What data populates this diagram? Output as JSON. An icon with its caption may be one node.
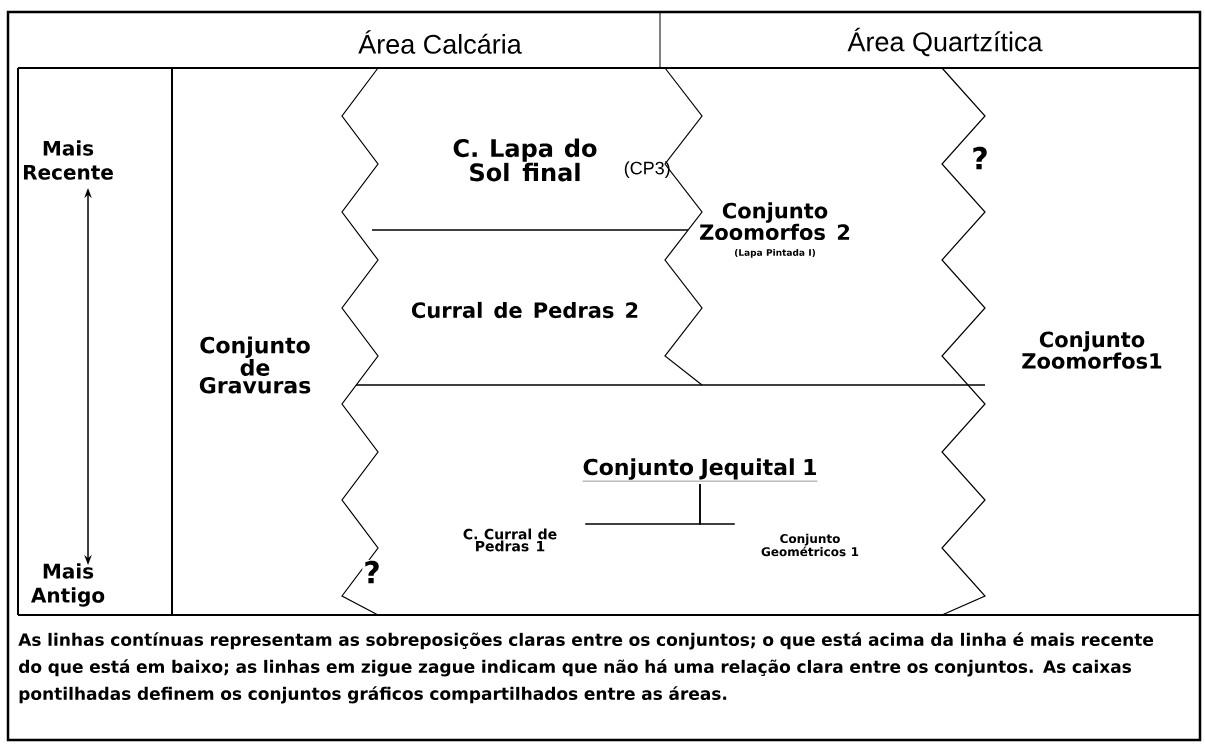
{
  "diagram": {
    "caption": "As linhas contínuas representam as sobreposições claras entre os conjuntos; o que está acima da linha é mais recente do que está em baixo; as linhas em zigue zague indicam que não há uma relação clara entre os conjuntos. As caixas pontilhadas definem os conjuntos gráficos compartilhados entre as áreas.",
    "nodes": [
      {
        "text": [
          "Conjunto de Gravuras"
        ]
      },
      {
        "text": [
          "C. Lapa do Sol final"
        ],
        "beside": [
          "(CP3)"
        ]
      },
      {
        "text": [
          "Curral de Pedras 2"
        ]
      },
      {
        "text": [
          "Conjunto Zoomorfos 2",
          "(Lapa Pintada I)"
        ]
      },
      {
        "text": [
          "Conjunto Zoomorfos1"
        ]
      },
      {
        "text": [
          "Conjunto Jequital 1"
        ]
      },
      {
        "text": [
          "C. Curral de Pedras 1"
        ]
      },
      {
        "text": [
          "Conjunto Geométricos 1"
        ]
      }
    ],
    "edges": [
      {
        "from": 5,
        "to": 6,
        "arrow": "none"
      },
      {
        "from": 5,
        "to": 7,
        "arrow": "none"
      }
    ],
    "labels": [
      "Área Calcária",
      "Área Quartzítica",
      "Mais Recente",
      "?",
      "Mais Antigo",
      "?"
    ]
  }
}
